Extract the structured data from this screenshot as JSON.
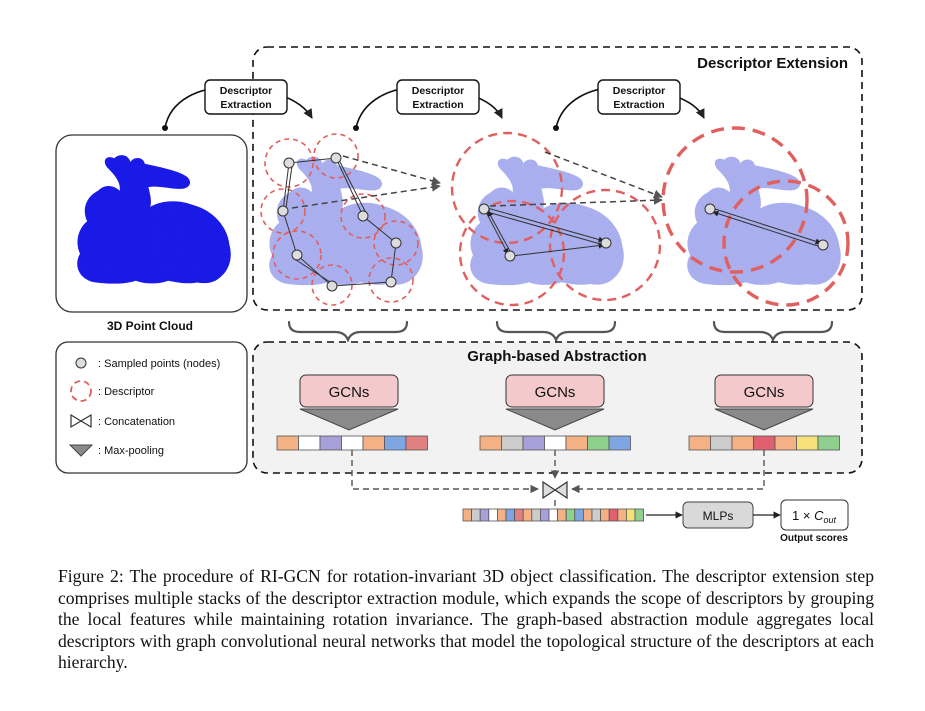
{
  "figure": {
    "sections": {
      "descriptor_extension": "Descriptor Extension",
      "graph_abstraction": "Graph-based Abstraction",
      "point_cloud": "3D Point Cloud"
    },
    "extraction_label_line1": "Descriptor",
    "extraction_label_line2": "Extraction",
    "gcn_label": "GCNs",
    "mlp_label": "MLPs",
    "output_main": "1 ×",
    "output_sub": "out",
    "output_var": "C",
    "output_caption": "Output scores",
    "legend": {
      "sampled": ": Sampled points (nodes)",
      "descriptor": ": Descriptor",
      "concat": ": Concatenation",
      "maxpool": ": Max-pooling"
    },
    "colors": {
      "bunny_solid": "#1a1aff",
      "bunny_light": "#a9aef0",
      "descriptor_red": "#e06060",
      "gcn_fill": "#f4c9cc"
    },
    "feature_bars": [
      [
        "#f4b183",
        "#ffffff",
        "#a8a0d8",
        "#ffffff",
        "#f4b183",
        "#7fa6e0",
        "#e08080"
      ],
      [
        "#f4b183",
        "#cccccc",
        "#a8a0d8",
        "#ffffff",
        "#f4b183",
        "#8fd08f",
        "#7fa6e0"
      ],
      [
        "#f4b183",
        "#cccccc",
        "#f4b183",
        "#e06070",
        "#f4b183",
        "#f5e07a",
        "#8fd08f"
      ]
    ],
    "final_bar": [
      "#f4b183",
      "#cccccc",
      "#a8a0d8",
      "#ffffff",
      "#f4b183",
      "#7fa6e0",
      "#e08080",
      "#f4b183",
      "#cccccc",
      "#a8a0d8",
      "#ffffff",
      "#f4b183",
      "#8fd08f",
      "#7fa6e0",
      "#f4b183",
      "#cccccc",
      "#f4b183",
      "#e06070",
      "#f4b183",
      "#f5e07a",
      "#8fd08f"
    ]
  },
  "caption": "Figure 2: The procedure of RI-GCN for rotation-invariant 3D object classification. The descriptor extension step comprises multiple stacks of the descriptor extraction module, which expands the scope of descriptors by grouping the local features while maintaining rotation invariance. The graph-based abstraction module aggregates local descriptors with graph convolutional neural networks that model the topological structure of the descriptors at each hierarchy."
}
